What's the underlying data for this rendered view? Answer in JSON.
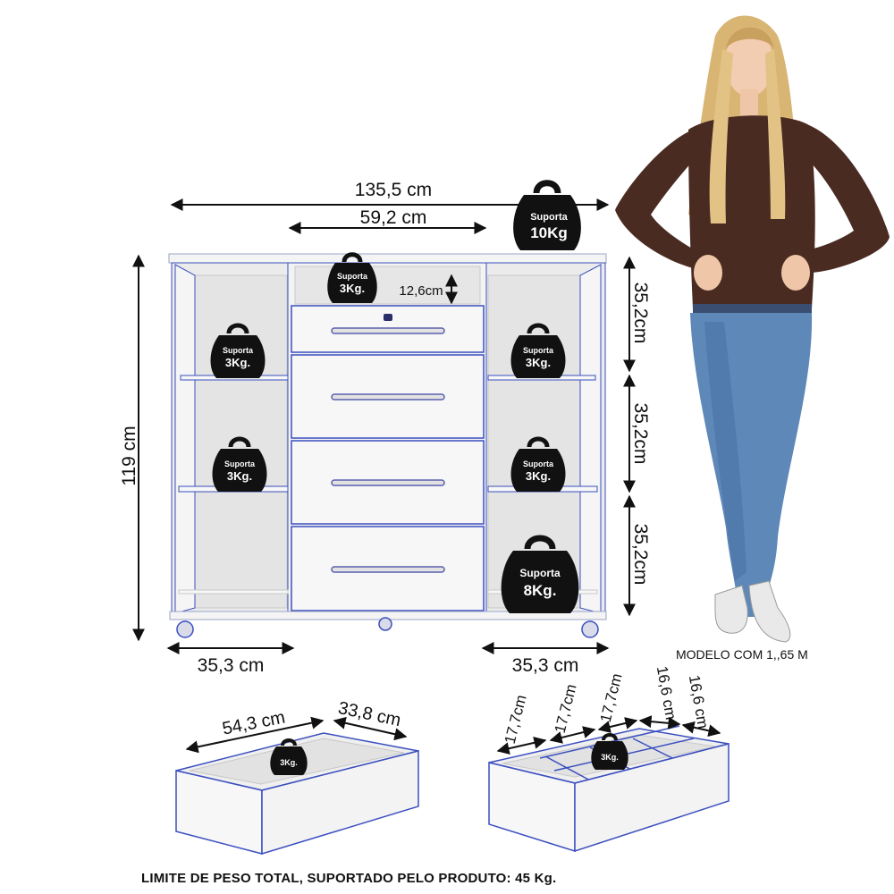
{
  "dimensions": {
    "total_width": "135,5 cm",
    "center_width": "59,2 cm",
    "height": "119 cm",
    "niche_height": "12,6cm",
    "shelf_1": "35,2cm",
    "shelf_2": "35,2cm",
    "shelf_3": "35,2cm",
    "left_base": "35,3 cm",
    "right_base": "35,3 cm"
  },
  "weights": {
    "top": {
      "line1": "Suporta",
      "line2": "10Kg"
    },
    "niche": {
      "line1": "Suporta",
      "line2": "3Kg."
    },
    "left_upper": {
      "line1": "Suporta",
      "line2": "3Kg."
    },
    "left_middle": {
      "line1": "Suporta",
      "line2": "3Kg."
    },
    "right_upper": {
      "line1": "Suporta",
      "line2": "3Kg."
    },
    "right_middle": {
      "line1": "Suporta",
      "line2": "3Kg."
    },
    "right_lower": {
      "line1": "Suporta",
      "line2": "8Kg."
    },
    "drawer_plain": "3Kg.",
    "drawer_divided": "3Kg."
  },
  "drawer_plain": {
    "length": "54,3  cm",
    "depth": "33,8  cm"
  },
  "drawer_divided": {
    "d1": "17,7cm",
    "d2": "17,7cm",
    "d3": "17,7cm",
    "d4": "16,6 cm",
    "d5": "16,6 cm"
  },
  "model_note": "MODELO COM 1,,65 M",
  "footer": "LIMITE DE PESO TOTAL, SUPORTADO PELO PRODUTO: 45 Kg.",
  "colors": {
    "edge": "#3b4fbf",
    "panel": "#f3f3f3",
    "weight": "#111111"
  }
}
